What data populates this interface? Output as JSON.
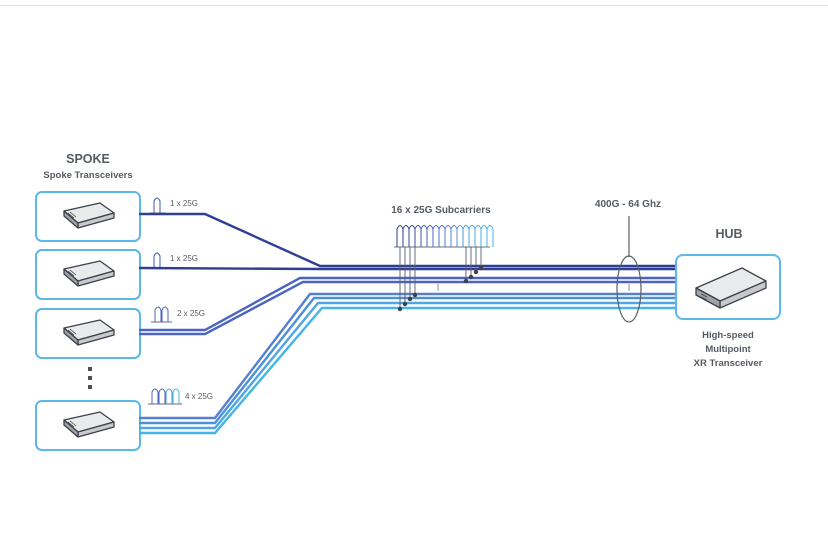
{
  "spoke": {
    "title": "SPOKE",
    "subtitle": "Spoke Transceivers",
    "labels": [
      "1 x 25G",
      "1 x 25G",
      "2 x 25G",
      "4 x 25G"
    ]
  },
  "subcarriers": {
    "label": "16 x 25G Subcarriers"
  },
  "bandwidth": {
    "label": "400G - 64 Ghz"
  },
  "hub": {
    "title": "HUB",
    "caption_line1": "High-speed",
    "caption_line2": "Multipoint",
    "caption_line3": "XR Transceiver"
  },
  "colors": {
    "box_border": "#5bb8e8",
    "fiber_dark": "#2e3f94",
    "fiber_mid": "#4b64c4",
    "fiber_light": "#5aa7e0",
    "fiber_cyan": "#45b4ea",
    "text": "#555b63"
  }
}
